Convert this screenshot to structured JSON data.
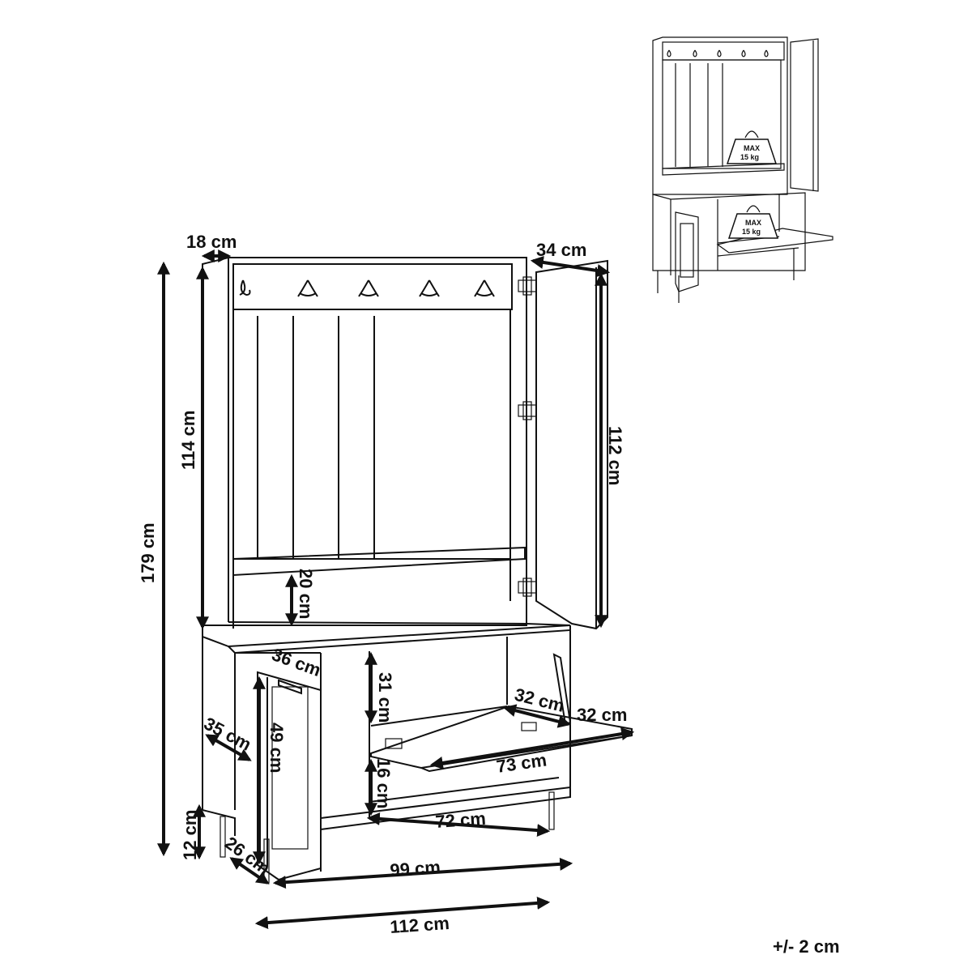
{
  "dimensions": {
    "top_depth": "18 cm",
    "door_top_depth": "34 cm",
    "upper_height": "114 cm",
    "door_height": "112 cm",
    "total_height": "179 cm",
    "bench_gap": "20 cm",
    "door_width": "36 cm",
    "inner_height": "31 cm",
    "flap_depth": "32 cm",
    "flap_depth_2": "32 cm",
    "side_depth": "35 cm",
    "cabinet_height": "49 cm",
    "flap_width": "73 cm",
    "lower_shelf": "16 cm",
    "shelf_width": "72 cm",
    "leg_height": "12 cm",
    "leg_depth": "26 cm",
    "inner_width": "99 cm",
    "total_width": "112 cm"
  },
  "thumbnail": {
    "weight_label_1": "MAX",
    "weight_value_1": "15 kg",
    "weight_label_2": "MAX",
    "weight_value_2": "15 kg"
  },
  "tolerance": "+/- 2 cm"
}
